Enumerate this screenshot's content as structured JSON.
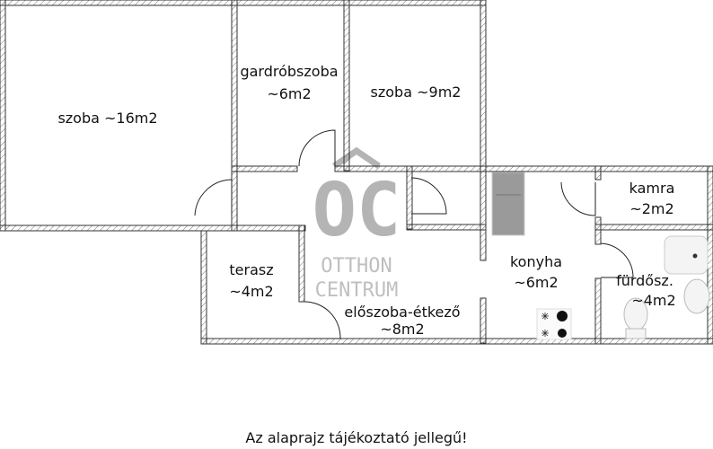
{
  "rooms": [
    {
      "name": "szoba ~16m2"
    },
    {
      "name": "gardróbszoba",
      "area": "~6m2"
    },
    {
      "name": "szoba ~9m2"
    },
    {
      "name": "kamra",
      "area": "~2m2"
    },
    {
      "name": "terasz",
      "area": "~4m2"
    },
    {
      "name": "előszoba-étkező",
      "area": "~8m2"
    },
    {
      "name": "konyha",
      "area": "~6m2"
    },
    {
      "name": "fürdősz.",
      "area": "~4m2"
    }
  ],
  "watermark": {
    "logo": "OC",
    "line1": "OTTHON",
    "line2": "CENTRUM"
  },
  "note": "Az alaprajz tájékoztató jellegű!",
  "colors": {
    "wall": "#444444",
    "watermark": "#a0a0a0",
    "fixture": "#9a9a9a"
  }
}
